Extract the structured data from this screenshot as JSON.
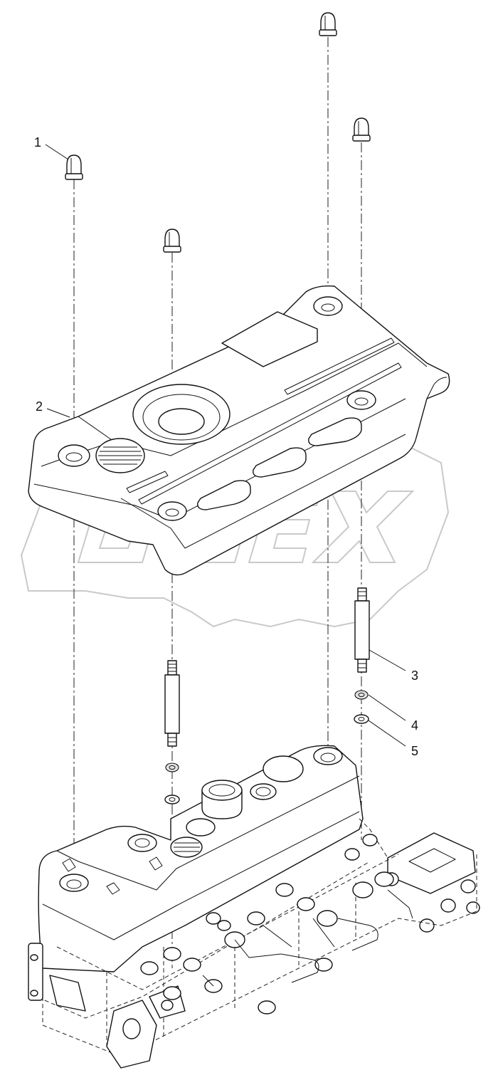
{
  "callouts": {
    "c1": "1",
    "c2": "2",
    "c3": "3",
    "c4": "4",
    "c5": "5"
  },
  "colors": {
    "line": "#111111",
    "background": "#ffffff",
    "watermark": "#c9c9c9"
  }
}
